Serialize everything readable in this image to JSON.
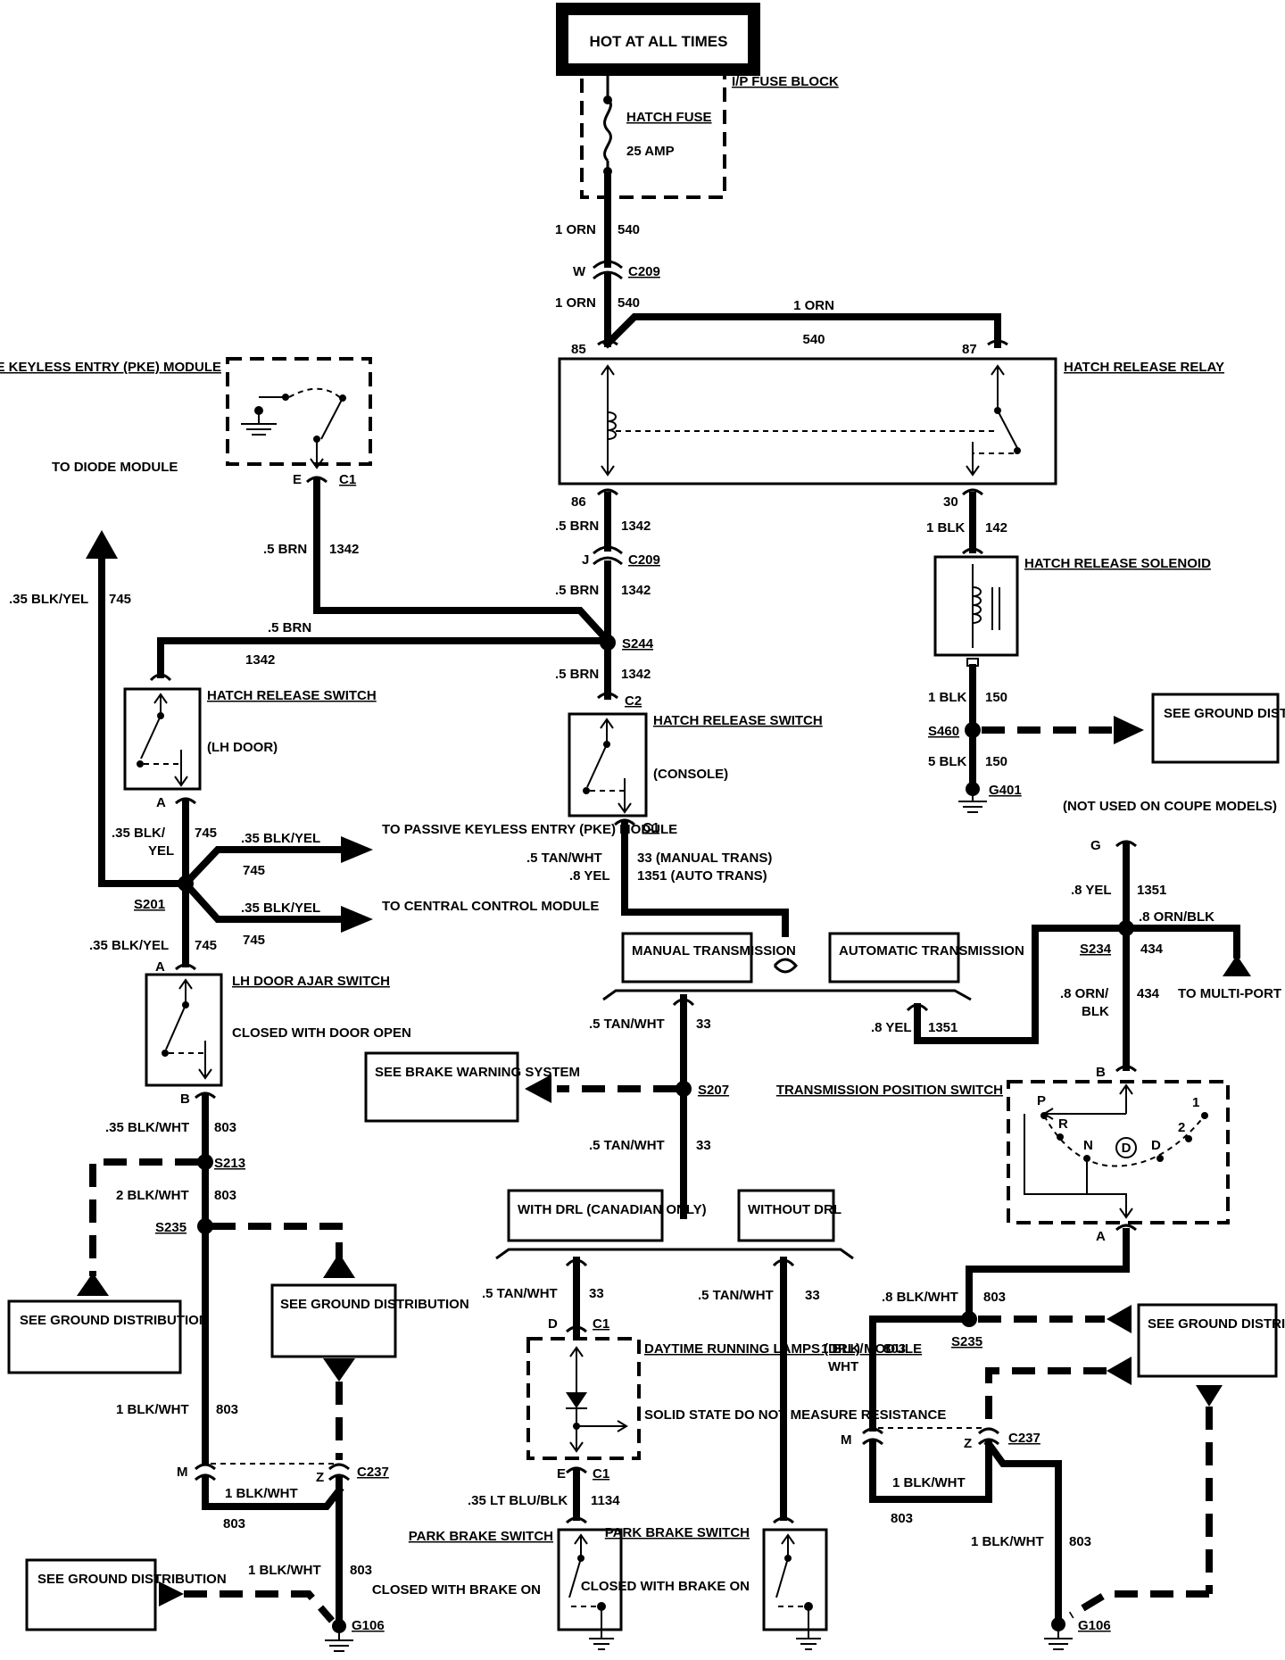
{
  "power": {
    "title": "HOT AT ALL TIMES"
  },
  "fuse_block": {
    "label": "I/P FUSE BLOCK",
    "fuse_name": "HATCH FUSE",
    "fuse_rating": "25 AMP"
  },
  "connectors": {
    "c209": "C209",
    "c209_w": "W",
    "c209_j": "J",
    "c1": "C1",
    "c2": "C2",
    "c237": "C237"
  },
  "splices": {
    "s244": "S244",
    "s201": "S201",
    "s207": "S207",
    "s213": "S213",
    "s234": "S234",
    "s235": "S235",
    "s460": "S460"
  },
  "grounds": {
    "g401": "G401",
    "g106": "G106"
  },
  "wires": {
    "orn_gauge": "1 ORN",
    "orn_circuit": "540",
    "brn_gauge": ".5 BRN",
    "brn_circuit": "1342",
    "blk_gauge": "1 BLK",
    "blk_circuit_142": "142",
    "blk_circuit_150": "150",
    "blk5_gauge": "5 BLK",
    "blk_yel_gauge": ".35 BLK/YEL",
    "blk_yel_circuit": "745",
    "blk_yel_split_1": ".35 BLK/",
    "blk_yel_split_2": "YEL",
    "tan_wht_gauge": ".5 TAN/WHT",
    "tan_circuit": "33",
    "yel_gauge": ".8 YEL",
    "yel_circuit": "1351",
    "manual_trans_circuit": "33 (MANUAL TRANS)",
    "auto_trans_circuit": "1351 (AUTO TRANS)",
    "orn_blk_gauge": ".8 ORN/BLK",
    "orn_blk_split_1": ".8 ORN/",
    "orn_blk_split_2": "BLK",
    "orn_blk_circuit": "434",
    "blk_wht_35": ".35 BLK/WHT",
    "blk_wht_2": "2 BLK/WHT",
    "blk_wht_1": "1 BLK/WHT",
    "blk_wht_8": ".8 BLK/WHT",
    "blk_wht_split_1": "1 BLK/",
    "blk_wht_split_2": "WHT",
    "blk_wht_circuit": "803",
    "lt_blu_blk_gauge": ".35 LT BLU/BLK",
    "lt_blu_blk_circuit": "1134"
  },
  "relay": {
    "label": "HATCH RELEASE RELAY",
    "pin85": "85",
    "pin86": "86",
    "pin87": "87",
    "pin30": "30"
  },
  "solenoid": {
    "label": "HATCH RELEASE SOLENOID"
  },
  "pke": {
    "label": "PASSIVE KEYLESS ENTRY (PKE) MODULE",
    "pin": "E"
  },
  "diode": {
    "label": "TO DIODE MODULE"
  },
  "switches": {
    "lh_door_release": "HATCH RELEASE SWITCH",
    "lh_door_release_note": "(LH DOOR)",
    "console_release": "HATCH RELEASE SWITCH",
    "console_release_note": "(CONSOLE)",
    "ajar": "LH DOOR AJAR SWITCH",
    "ajar_note": "CLOSED WITH DOOR OPEN",
    "park_brake": "PARK BRAKE SWITCH",
    "park_brake_note": "CLOSED WITH BRAKE ON",
    "trans_position": "TRANSMISSION POSITION SWITCH",
    "pin_a": "A",
    "pin_b": "B",
    "pin_d": "D",
    "pin_e": "E",
    "pin_g": "G",
    "pin_m": "M",
    "pin_z": "Z"
  },
  "trans_positions": {
    "p": "P",
    "r": "R",
    "n": "N",
    "d_circle": "D",
    "d": "D",
    "one": "1",
    "two": "2"
  },
  "destinations": {
    "to_pke": "TO PASSIVE KEYLESS ENTRY (PKE) MODULE",
    "to_ccm": "TO CENTRAL CONTROL MODULE",
    "to_mpfi": "TO MULTI-PORT FUEL INJECTION",
    "brake_warning": "SEE BRAKE WARNING SYSTEM",
    "ground_dist": "SEE GROUND DISTRIBUTION"
  },
  "options": {
    "manual": "MANUAL TRANSMISSION",
    "automatic": "AUTOMATIC TRANSMISSION",
    "with_drl": "WITH DRL (CANADIAN ONLY)",
    "without_drl": "WITHOUT DRL",
    "not_used": "(NOT USED ON COUPE MODELS)"
  },
  "drl": {
    "label": "DAYTIME RUNNING LAMPS (DRL) MODULE",
    "note": "SOLID STATE DO NOT MEASURE RESISTANCE"
  }
}
